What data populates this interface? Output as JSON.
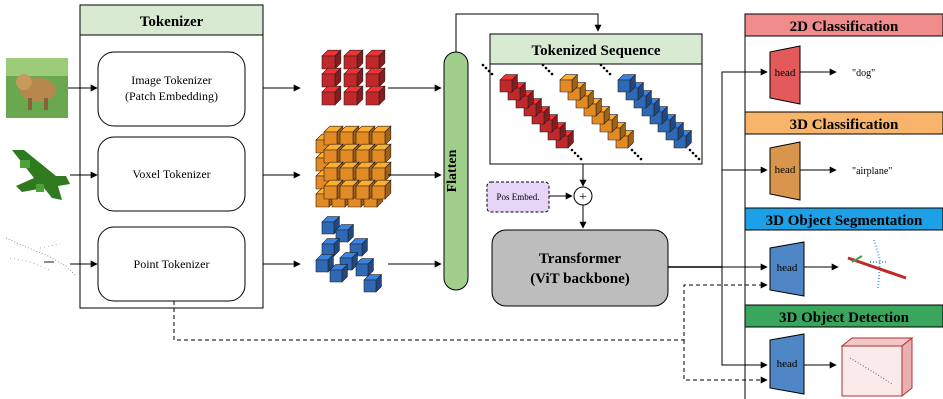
{
  "tokenizer": {
    "title": "Tokenizer",
    "image": {
      "line1": "Image Tokenizer",
      "line2": "(Patch Embedding)"
    },
    "voxel": "Voxel Tokenizer",
    "point": "Point Tokenizer"
  },
  "flatten": "Flatten",
  "sequence": {
    "title": "Tokenized Sequence"
  },
  "pos_embed": "Pos Embed.",
  "plus_symbol": "+",
  "transformer": {
    "line1": "Transformer",
    "line2": "(ViT backbone)"
  },
  "tasks": [
    {
      "title": "2D Classification",
      "head": "head",
      "output": "\"dog\"",
      "color": "#f08c8c",
      "head_color": "#e35a5a"
    },
    {
      "title": "3D Classification",
      "head": "head",
      "output": "\"airplane\"",
      "color": "#f7b46a",
      "head_color": "#d9954b"
    },
    {
      "title": "3D Object Segmentation",
      "head": "head",
      "output": "",
      "color": "#1ea0e6",
      "head_color": "#4f86c6"
    },
    {
      "title": "3D Object Detection",
      "head": "head",
      "output": "",
      "color": "#3aa55c",
      "head_color": "#4f86c6"
    }
  ],
  "colors": {
    "tokenizer_header": "#d9ead3",
    "flatten": "#9fcf8a",
    "pos_embed": "#e6d5f7",
    "transformer": "#bdbdbd",
    "red_token": "#c0282a",
    "orange_token": "#e48a24",
    "blue_token": "#2f68b5"
  },
  "icons": {
    "dog_image": "dog-photo-icon",
    "voxel_airplane": "voxel-airplane-icon",
    "point_cloud": "point-cloud-icon",
    "segmentation_output": "segmented-point-cloud-icon",
    "detection_output": "bounding-box-icon"
  }
}
